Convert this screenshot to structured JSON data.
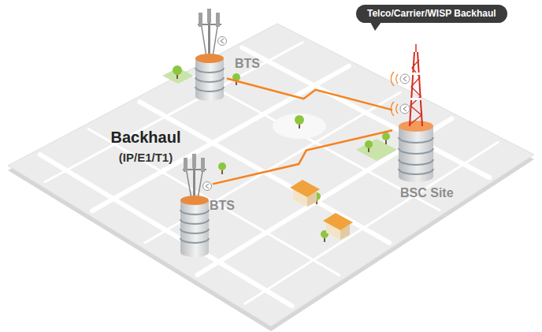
{
  "diagram": {
    "nodes": [
      {
        "text": [
          "BTS"
        ]
      },
      {
        "text": [
          "BTS"
        ]
      },
      {
        "text": [
          "BSC Site"
        ]
      },
      {
        "text": [
          "Telco/Carrier/WISP Backhaul"
        ]
      }
    ],
    "edges": [
      {
        "from": 0,
        "to": 2,
        "arrow": "none"
      },
      {
        "from": 1,
        "to": 2,
        "arrow": "none"
      }
    ],
    "labels": [
      "Backhaul",
      "(IP/E1/T1)"
    ]
  }
}
